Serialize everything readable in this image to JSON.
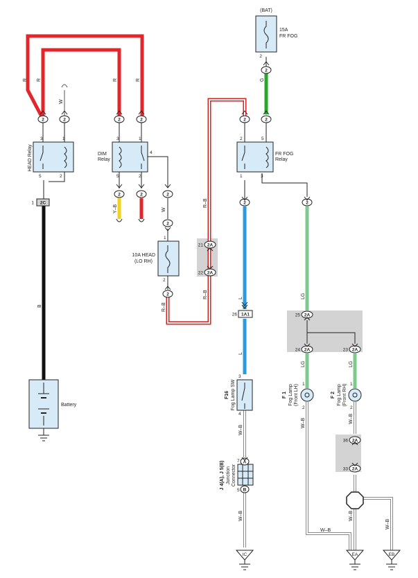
{
  "fuse_top": {
    "source": "(BAT)",
    "rating": "15A",
    "name": "FR FOG",
    "pin": "2"
  },
  "fuse_head": {
    "rating": "10A HEAD",
    "name": "(LO RH)",
    "pin_top": "1",
    "pin_bottom": "2"
  },
  "relays": {
    "head": {
      "name": "HEAD Relay",
      "pins": [
        "3",
        "1",
        "5",
        "2"
      ]
    },
    "dim": {
      "name": "DIM Relay",
      "line2": "Relay",
      "line1": "DIM",
      "pins": [
        "3",
        "1",
        "5",
        "2",
        "4"
      ]
    },
    "fr_fog": {
      "line1": "FR FOG",
      "line2": "Relay",
      "pins": [
        "2",
        "5",
        "1",
        "3"
      ]
    }
  },
  "wires": {
    "r": "R",
    "w": "W",
    "g": "G",
    "b": "B",
    "yb": "Y–B",
    "rb": "R–B",
    "l": "L",
    "lg": "LG",
    "wb": "W–B"
  },
  "connectors": {
    "c2": "2",
    "c2a": "2A",
    "ia1": "1A1",
    "c2c": "2C",
    "a": "A",
    "b": "B"
  },
  "pins": {
    "p1": "1",
    "p2": "2",
    "p3": "3",
    "p4": "4",
    "p5": "5",
    "p7": "7",
    "p21": "21",
    "p22": "22",
    "p23": "23",
    "p24": "24",
    "p25": "25",
    "p26": "26",
    "p33": "33",
    "p36": "36"
  },
  "components": {
    "battery": "Battery",
    "fog_sw_id": "F16",
    "fog_sw_name": "Fog Lamp SW",
    "junction_id": "J 4(A), J 5(B)",
    "junction_line1": "Junction",
    "junction_line2": "Connector",
    "lamp_lh_id": "F 1",
    "lamp_lh_name": "Fog Lamp",
    "lamp_lh_side": "(Front LH)",
    "lamp_rh_id": "F 2",
    "lamp_rh_name": "Fog Lamp",
    "lamp_rh_side": "(Front RH)"
  },
  "grounds": {
    "ic": "IC",
    "ea": "EA",
    "eb": "EB"
  }
}
